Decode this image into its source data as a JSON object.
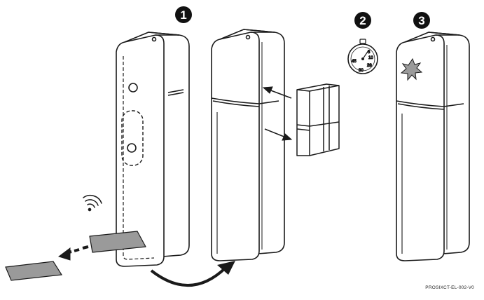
{
  "steps": [
    {
      "number": "1"
    },
    {
      "number": "2"
    },
    {
      "number": "3"
    }
  ],
  "timer": {
    "marks": [
      "5",
      "10",
      "20",
      "30",
      "45"
    ]
  },
  "reference_code": "PROSIXCT-EL-002-V0",
  "colors": {
    "stroke": "#1a1a1a",
    "fill": "#ffffff",
    "tab_gray": "#9a9a9a",
    "badge": "#111111"
  },
  "icons": [
    "wireless-signal-icon",
    "stopwatch-icon",
    "led-flash-icon",
    "pull-arrow-icon",
    "curved-arrow-icon"
  ]
}
